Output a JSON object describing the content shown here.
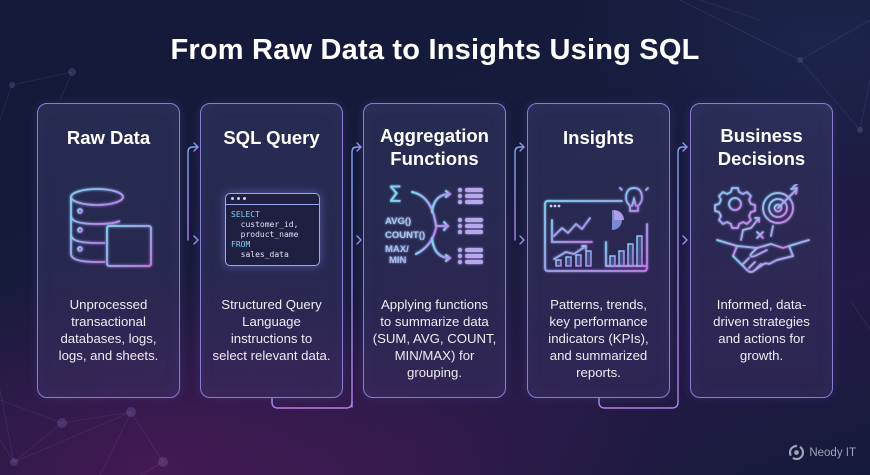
{
  "title": "From Raw Data to Insights Using SQL",
  "colors": {
    "accent_cyan": "#7fd3f5",
    "accent_purple": "#b67ee8",
    "card_border": "#8a7bd6",
    "text_primary": "#ffffff",
    "text_secondary": "#ececf3"
  },
  "steps": [
    {
      "title": "Raw Data",
      "icon": "database-table-icon",
      "description": "Unprocessed\ntransactional\ndatabases, logs,\nlogs, and sheets."
    },
    {
      "title": "SQL Query",
      "icon": "code-window-icon",
      "code": {
        "keyword_select": "SELECT",
        "col1": "  customer_id,",
        "col2": "  product_name",
        "keyword_from": "FROM",
        "table": "  sales_data"
      },
      "description": "Structured Query\nLanguage\ninstructions to\nselect relevant data."
    },
    {
      "title": "Aggregation\nFunctions",
      "icon": "aggregation-icon",
      "labels": {
        "sigma": "Σ",
        "avg": "AVG()",
        "count": "COUNT()",
        "maxmin": "MAX/\nMIN"
      },
      "description": "Applying functions\nto summarize data\n(SUM, AVG, COUNT,\nMIN/MAX) for\ngrouping."
    },
    {
      "title": "Insights",
      "icon": "dashboard-lightbulb-icon",
      "description": "Patterns, trends,\nkey performance\nindicators (KPIs),\nand summarized\nreports."
    },
    {
      "title": "Business\nDecisions",
      "icon": "handshake-target-icon",
      "description": "Informed, data-\ndriven strategies\nand actions for\ngrowth."
    }
  ],
  "branding": {
    "name": "Neody IT",
    "icon": "neody-logo-icon"
  }
}
